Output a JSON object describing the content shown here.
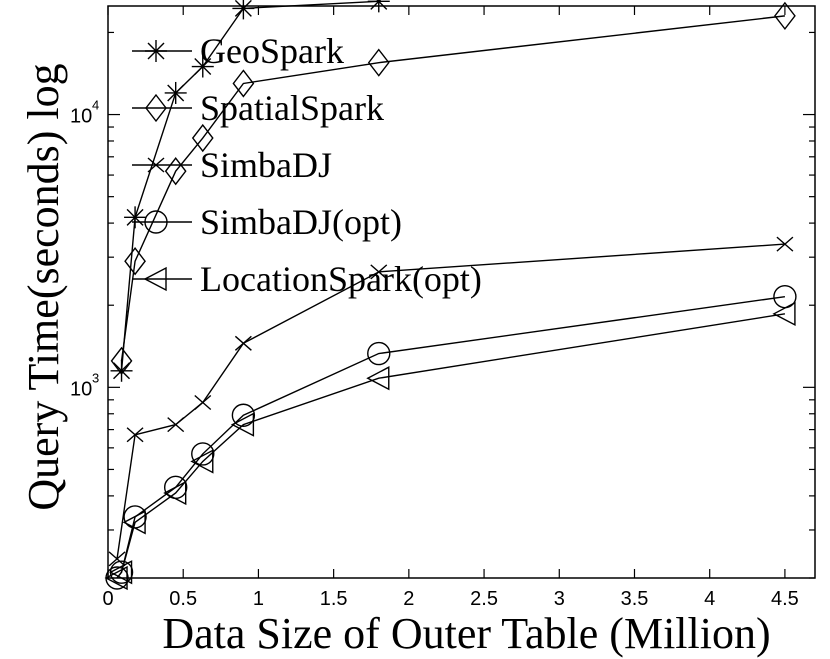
{
  "chart_data": {
    "type": "line",
    "xlabel": "Data Size of Outer Table (Million)",
    "ylabel": "Query Time(seconds) log",
    "x_ticks": [
      "0",
      "0.5",
      "1",
      "1.5",
      "2",
      "2.5",
      "3",
      "3.5",
      "4",
      "4.5"
    ],
    "y_ticks": [
      {
        "base": "10",
        "exp": "3",
        "value": 1000
      },
      {
        "base": "10",
        "exp": "4",
        "value": 10000
      }
    ],
    "xlim": [
      0,
      4.7
    ],
    "ylim": [
      200,
      25000
    ],
    "yscale": "log",
    "grid": false,
    "legend_position": "top-left",
    "series": [
      {
        "name": "GeoSpark",
        "marker": "asterisk",
        "x": [
          0.09,
          0.18,
          0.45,
          0.63,
          0.9,
          1.8
        ],
        "y": [
          1150,
          4200,
          12000,
          15000,
          24500,
          26000
        ]
      },
      {
        "name": "SpatialSpark",
        "marker": "diamond",
        "x": [
          0.09,
          0.18,
          0.45,
          0.63,
          0.9,
          1.8,
          4.5
        ],
        "y": [
          1250,
          2900,
          6200,
          8200,
          13000,
          15500,
          23000
        ]
      },
      {
        "name": "SimbaDJ",
        "marker": "x",
        "x": [
          0.06,
          0.18,
          0.45,
          0.63,
          0.9,
          1.8,
          4.5
        ],
        "y": [
          235,
          670,
          730,
          880,
          1450,
          2650,
          3350
        ]
      },
      {
        "name": "SimbaDJ(opt)",
        "marker": "circle",
        "x": [
          0.06,
          0.09,
          0.18,
          0.45,
          0.63,
          0.9,
          1.8,
          4.5
        ],
        "y": [
          200,
          210,
          335,
          430,
          570,
          790,
          1330,
          2150
        ]
      },
      {
        "name": "LocationSpark(opt)",
        "marker": "triangle-left",
        "x": [
          0.06,
          0.09,
          0.18,
          0.45,
          0.63,
          0.9,
          1.8,
          4.5
        ],
        "y": [
          200,
          210,
          320,
          410,
          535,
          730,
          1080,
          1860
        ]
      }
    ]
  }
}
